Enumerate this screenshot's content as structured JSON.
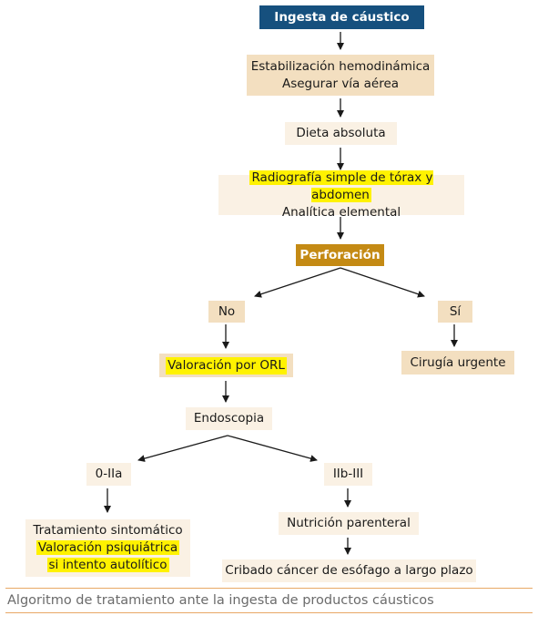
{
  "diagram": {
    "start": "Ingesta de cáustico",
    "step1": [
      "Estabilización hemodinámica",
      "Asegurar vía aérea"
    ],
    "step2": "Dieta absoluta",
    "step3": [
      "Radiografía simple de tórax y abdomen",
      "Analítica elemental"
    ],
    "decision": "Perforación",
    "no_label": "No",
    "yes_label": "Sí",
    "yes_action": "Cirugía urgente",
    "orl": "Valoración por ORL",
    "endoscopy": "Endoscopia",
    "grade_low": "0-IIa",
    "grade_high": "IIb-III",
    "low_actions": [
      "Tratamiento sintomático",
      "Valoración psiquiátrica",
      "si intento autolítico"
    ],
    "high_actions": [
      "Nutrición parenteral",
      "Cribado cáncer de esófago a largo plazo"
    ]
  },
  "caption": "Algoritmo de tratamiento ante la ingesta de productos cáusticos",
  "colors": {
    "navy": "#16507e",
    "gold": "#c48a14",
    "tan": "#f3dfc0",
    "cream": "#faf1e4",
    "highlight": "#fff200",
    "rule": "#e8a865"
  }
}
